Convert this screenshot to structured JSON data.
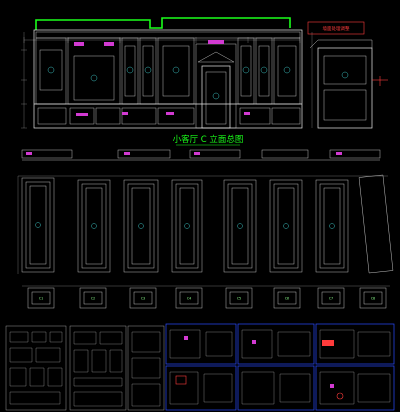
{
  "drawing": {
    "title": "小客厅 C 立面总图",
    "note": "墙面处理调整",
    "panel_codes": [
      "C1",
      "C2",
      "C3",
      "C4",
      "C5",
      "C6",
      "C7",
      "C8"
    ],
    "colors": {
      "background": "#000000",
      "linework": "#e8e8e8",
      "title": "#1aff1a",
      "accent_cyan": "#3fd0d0",
      "accent_red": "#ff3b3b",
      "accent_magenta": "#d23ad2",
      "sheet_border": "#2a4cff"
    }
  }
}
